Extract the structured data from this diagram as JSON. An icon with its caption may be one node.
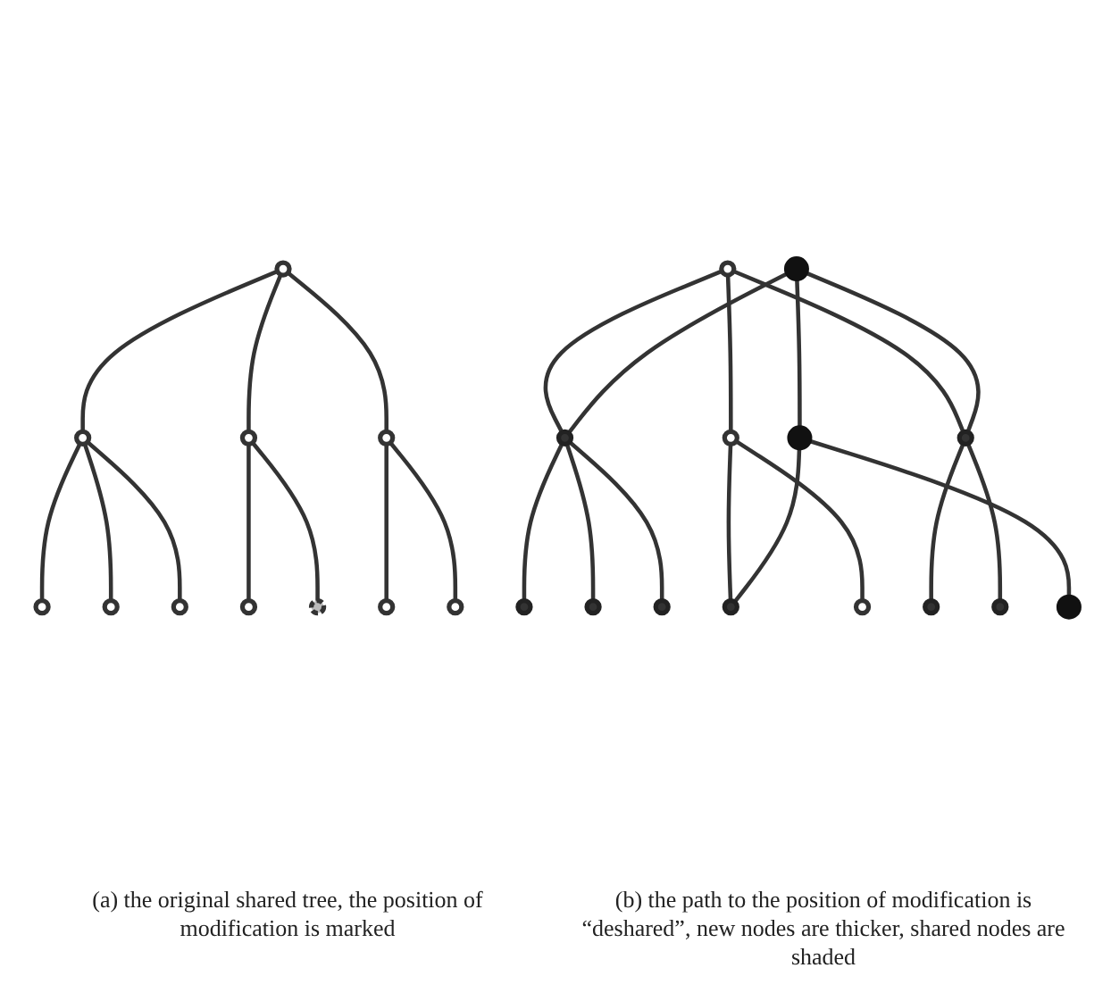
{
  "diagram": {
    "nodes": [
      {
        "text": [],
        "shape": "circle"
      },
      {
        "text": [],
        "shape": "circle"
      },
      {
        "text": [],
        "shape": "circle"
      },
      {
        "text": [],
        "shape": "circle"
      },
      {
        "text": [],
        "shape": "circle"
      },
      {
        "text": [],
        "shape": "circle"
      },
      {
        "text": [],
        "shape": "circle"
      },
      {
        "text": [],
        "shape": "circle"
      },
      {
        "text": [],
        "shape": "circle"
      },
      {
        "text": [],
        "shape": "circle"
      },
      {
        "text": [],
        "shape": "circle"
      },
      {
        "text": [],
        "shape": "circle"
      },
      {
        "text": [],
        "shape": "circle"
      },
      {
        "text": [],
        "shape": "circle"
      },
      {
        "text": [],
        "shape": "circle"
      },
      {
        "text": [],
        "shape": "circle"
      },
      {
        "text": [],
        "shape": "circle"
      },
      {
        "text": [],
        "shape": "circle"
      },
      {
        "text": [],
        "shape": "circle"
      },
      {
        "text": [],
        "shape": "circle"
      },
      {
        "text": [],
        "shape": "circle"
      },
      {
        "text": [],
        "shape": "circle"
      },
      {
        "text": [],
        "shape": "circle"
      },
      {
        "text": [],
        "shape": "circle"
      },
      {
        "text": [],
        "shape": "circle"
      }
    ],
    "edges": [
      {
        "from": 0,
        "to": 1,
        "arrow": "none"
      },
      {
        "from": 0,
        "to": 2,
        "arrow": "none"
      },
      {
        "from": 0,
        "to": 3,
        "arrow": "none"
      },
      {
        "from": 1,
        "to": 4,
        "arrow": "none"
      },
      {
        "from": 1,
        "to": 5,
        "arrow": "none"
      },
      {
        "from": 1,
        "to": 6,
        "arrow": "none"
      },
      {
        "from": 2,
        "to": 7,
        "arrow": "none"
      },
      {
        "from": 2,
        "to": 8,
        "arrow": "none"
      },
      {
        "from": 3,
        "to": 9,
        "arrow": "none"
      },
      {
        "from": 3,
        "to": 10,
        "arrow": "none"
      },
      {
        "from": 11,
        "to": 13,
        "arrow": "none"
      },
      {
        "from": 11,
        "to": 14,
        "arrow": "none"
      },
      {
        "from": 11,
        "to": 16,
        "arrow": "none"
      },
      {
        "from": 12,
        "to": 13,
        "arrow": "none"
      },
      {
        "from": 12,
        "to": 15,
        "arrow": "none"
      },
      {
        "from": 12,
        "to": 16,
        "arrow": "none"
      },
      {
        "from": 13,
        "to": 17,
        "arrow": "none"
      },
      {
        "from": 13,
        "to": 18,
        "arrow": "none"
      },
      {
        "from": 13,
        "to": 19,
        "arrow": "none"
      },
      {
        "from": 14,
        "to": 20,
        "arrow": "none"
      },
      {
        "from": 14,
        "to": 21,
        "arrow": "none"
      },
      {
        "from": 15,
        "to": 20,
        "arrow": "none"
      },
      {
        "from": 15,
        "to": 22,
        "arrow": "none"
      },
      {
        "from": 16,
        "to": 23,
        "arrow": "none"
      },
      {
        "from": 16,
        "to": 24,
        "arrow": "none"
      }
    ],
    "labels": [
      "(a) the original shared tree, the position of modification is marked",
      "(b) the path to the position of modification is “deshared”, new nodes are thicker, shared nodes are shaded"
    ]
  }
}
